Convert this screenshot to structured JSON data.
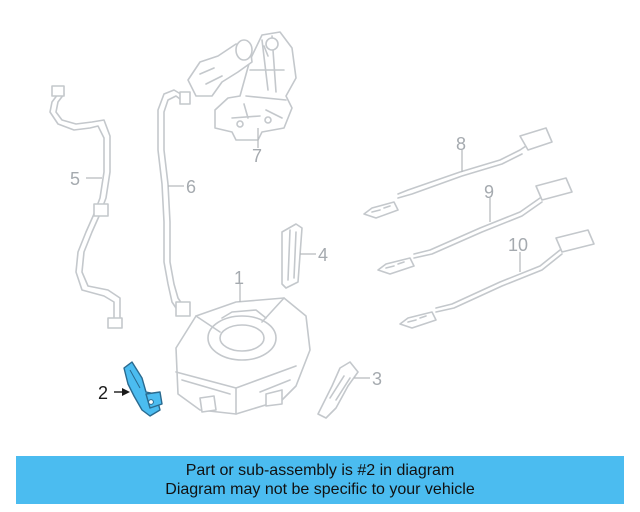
{
  "callouts": {
    "c1": "1",
    "c2": "2",
    "c3": "3",
    "c4": "4",
    "c5": "5",
    "c6": "6",
    "c7": "7",
    "c8": "8",
    "c9": "9",
    "c10": "10"
  },
  "highlighted_part": "2",
  "colors": {
    "highlight": "#4bbcf0",
    "banner_bg": "#4bbcf0",
    "line": "#c4c8cc"
  },
  "banner": {
    "line1": "Part or sub-assembly is #2 in diagram",
    "line2": "Diagram may not be specific to your vehicle"
  }
}
